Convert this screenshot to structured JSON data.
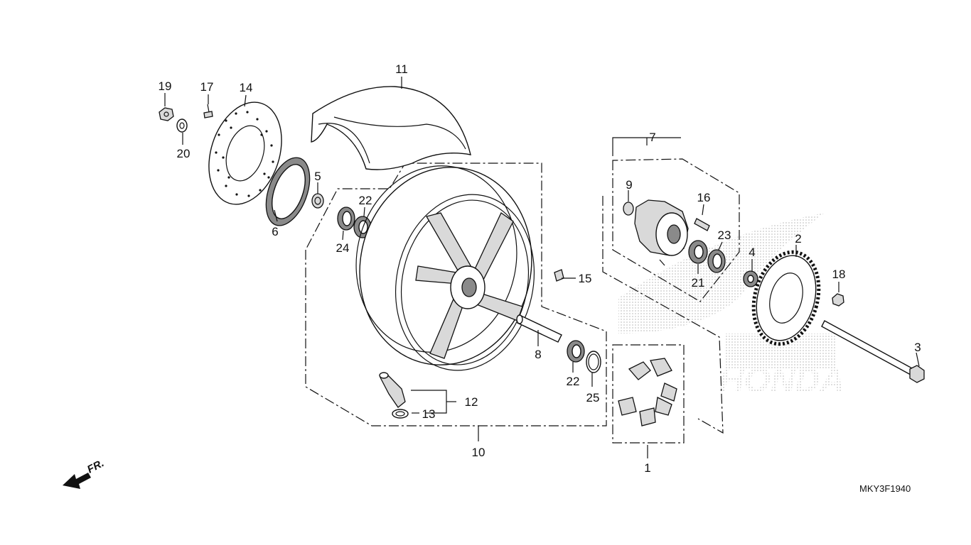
{
  "callouts": {
    "c1": "1",
    "c2": "2",
    "c3": "3",
    "c4": "4",
    "c5": "5",
    "c6": "6",
    "c7": "7",
    "c8": "8",
    "c9": "9",
    "c10": "10",
    "c11": "11",
    "c12": "12",
    "c13": "13",
    "c14": "14",
    "c15": "15",
    "c16": "16",
    "c17": "17",
    "c18": "18",
    "c19": "19",
    "c20": "20",
    "c21": "21",
    "c22a": "22",
    "c22b": "22",
    "c23": "23",
    "c24": "24",
    "c25": "25"
  },
  "diagram_code": "MKY3F1940",
  "direction_label": "FR.",
  "watermark": "HONDA",
  "colors": {
    "line": "#111111",
    "part_fill": "#ffffff",
    "shade": "#d9d9d9",
    "watermark": "#c8c8c8"
  }
}
